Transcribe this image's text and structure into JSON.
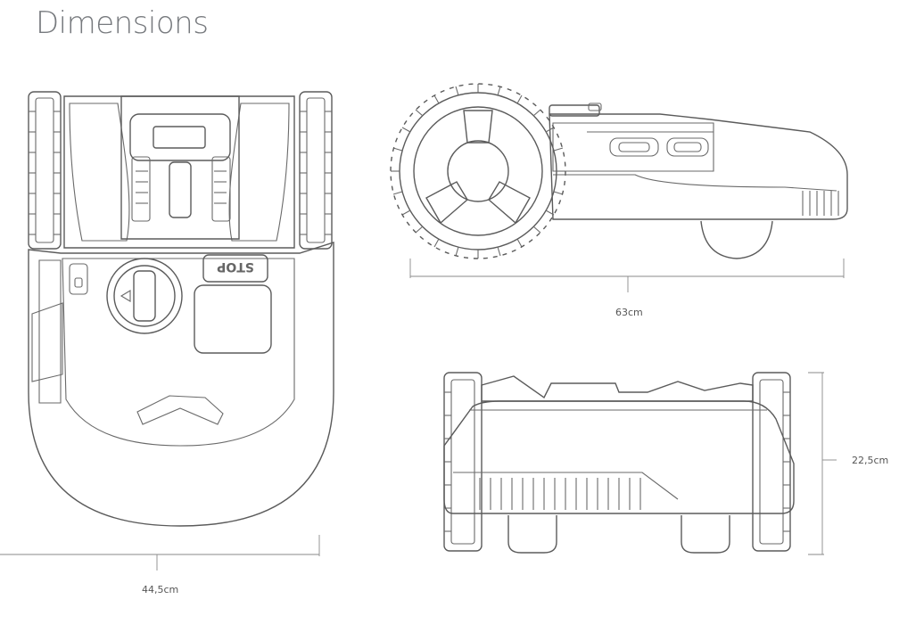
{
  "page": {
    "title": "Dimensions"
  },
  "views": {
    "top": {
      "name": "top view",
      "width_label": "44,5cm"
    },
    "side": {
      "name": "side view",
      "length_label": "63cm"
    },
    "front": {
      "name": "front view",
      "height_label": "22,5cm"
    }
  },
  "controls": {
    "stop_label": "STOP"
  },
  "colors": {
    "line": "#5b5b5b",
    "title": "#777a7e"
  }
}
